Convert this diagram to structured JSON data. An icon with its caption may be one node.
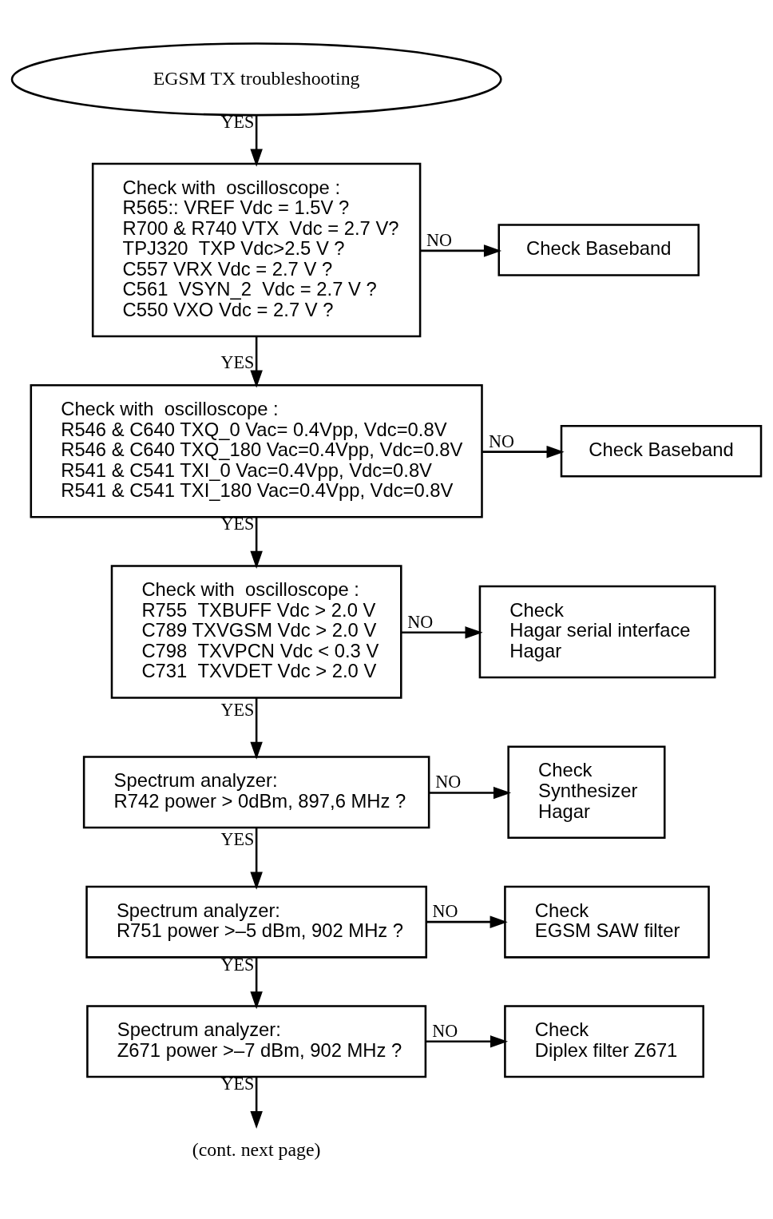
{
  "diagram": {
    "nodes": [
      {
        "text": [
          "EGSM TX troubleshooting"
        ]
      },
      {
        "text": [
          "Check with  oscilloscope :",
          "R565:: VREF Vdc = 1.5V ?",
          "R700 & R740 VTX  Vdc = 2.7 V?",
          "TPJ320  TXP Vdc>2.5 V ?",
          "C557 VRX Vdc = 2.7 V ?",
          "C561  VSYN_2  Vdc = 2.7 V ?",
          "C550 VXO Vdc = 2.7 V ?"
        ]
      },
      {
        "text": [
          "Check Baseband"
        ]
      },
      {
        "text": [
          "Check with  oscilloscope :",
          "R546 & C640 TXQ_0 Vac= 0.4Vpp, Vdc=0.8V",
          "R546 & C640 TXQ_180 Vac=0.4Vpp, Vdc=0.8V",
          "R541 & C541 TXI_0 Vac=0.4Vpp, Vdc=0.8V",
          "R541 & C541 TXI_180 Vac=0.4Vpp, Vdc=0.8V"
        ]
      },
      {
        "text": [
          "Check Baseband"
        ]
      },
      {
        "text": [
          "Check with  oscilloscope :",
          "R755  TXBUFF Vdc > 2.0 V",
          "C789 TXVGSM Vdc > 2.0 V",
          "C798  TXVPCN Vdc < 0.3 V",
          "C731  TXVDET Vdc > 2.0 V"
        ]
      },
      {
        "text": [
          "Check",
          "Hagar serial interface",
          "Hagar"
        ]
      },
      {
        "text": [
          "Spectrum analyzer:",
          "R742 power > 0dBm, 897,6 MHz ?"
        ]
      },
      {
        "text": [
          "Check",
          "Synthesizer",
          "Hagar"
        ]
      },
      {
        "text": [
          "Spectrum analyzer:",
          "R751 power >–5 dBm, 902 MHz ?"
        ]
      },
      {
        "text": [
          "Check",
          "EGSM SAW filter"
        ]
      },
      {
        "text": [
          "Spectrum analyzer:",
          "Z671 power >–7 dBm, 902 MHz ?"
        ]
      },
      {
        "text": [
          "Check",
          "Diplex filter Z671"
        ]
      },
      {
        "text": [
          "(cont. next page)"
        ]
      }
    ],
    "edges": [
      {
        "from": 0,
        "to": 1,
        "arrow": "to",
        "label": "YES"
      },
      {
        "from": 1,
        "to": 2,
        "arrow": "to",
        "label": "NO"
      },
      {
        "from": 1,
        "to": 3,
        "arrow": "to",
        "label": "YES"
      },
      {
        "from": 3,
        "to": 4,
        "arrow": "to",
        "label": "NO"
      },
      {
        "from": 3,
        "to": 5,
        "arrow": "to",
        "label": "YES"
      },
      {
        "from": 5,
        "to": 6,
        "arrow": "to",
        "label": "NO"
      },
      {
        "from": 5,
        "to": 7,
        "arrow": "to",
        "label": "YES"
      },
      {
        "from": 7,
        "to": 8,
        "arrow": "to",
        "label": "NO"
      },
      {
        "from": 7,
        "to": 9,
        "arrow": "to",
        "label": "YES"
      },
      {
        "from": 9,
        "to": 10,
        "arrow": "to",
        "label": "NO"
      },
      {
        "from": 9,
        "to": 11,
        "arrow": "to",
        "label": "YES"
      },
      {
        "from": 11,
        "to": 12,
        "arrow": "to",
        "label": "NO"
      },
      {
        "from": 11,
        "to": 13,
        "arrow": "to",
        "label": "YES"
      }
    ]
  }
}
